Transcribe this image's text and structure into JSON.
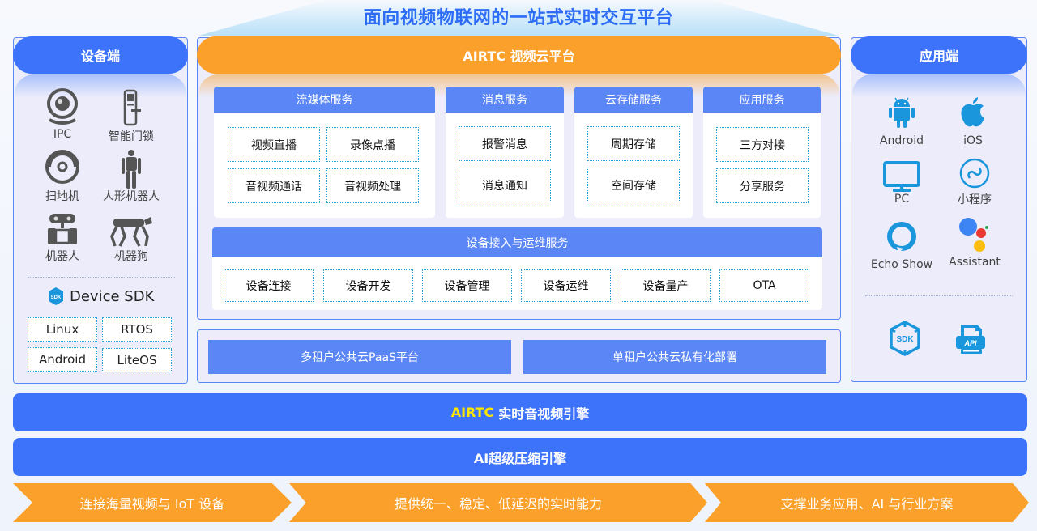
{
  "title": "面向视频物联网的一站式实时交互平台",
  "device_panel": {
    "header": "设备端",
    "devices": [
      {
        "label": "IPC",
        "icon": "webcam-icon"
      },
      {
        "label": "智能门锁",
        "icon": "smart-lock-icon"
      },
      {
        "label": "扫地机",
        "icon": "robot-vacuum-icon"
      },
      {
        "label": "人形机器人",
        "icon": "humanoid-robot-icon"
      },
      {
        "label": "机器人",
        "icon": "tracked-robot-icon"
      },
      {
        "label": "机器狗",
        "icon": "robot-dog-icon"
      }
    ],
    "sdk_title": "Device SDK",
    "sdk_icon": "sdk-hexagon-icon",
    "os": [
      "Linux",
      "RTOS",
      "Android",
      "LiteOS"
    ]
  },
  "cloud_panel": {
    "header": "AIRTC 视频云平台",
    "services": [
      {
        "title": "流媒体服务",
        "items": [
          "视频直播",
          "录像点播",
          "音视频通话",
          "音视频处理"
        ]
      },
      {
        "title": "消息服务",
        "items": [
          "报警消息",
          "消息通知"
        ]
      },
      {
        "title": "云存储服务",
        "items": [
          "周期存储",
          "空间存储"
        ]
      },
      {
        "title": "应用服务",
        "items": [
          "三方对接",
          "分享服务"
        ]
      }
    ],
    "device_ops": {
      "title": "设备接入与运维服务",
      "items": [
        "设备连接",
        "设备开发",
        "设备管理",
        "设备运维",
        "设备量产",
        "OTA"
      ]
    },
    "deployment": [
      "多租户公共云PaaS平台",
      "单租户公共云私有化部署"
    ]
  },
  "app_panel": {
    "header": "应用端",
    "apps": [
      {
        "label": "Android",
        "icon": "android-icon"
      },
      {
        "label": "iOS",
        "icon": "apple-icon"
      },
      {
        "label": "PC",
        "icon": "monitor-icon"
      },
      {
        "label": "小程序",
        "icon": "mini-program-icon"
      },
      {
        "label": "Echo Show",
        "icon": "alexa-icon"
      },
      {
        "label": "Assistant",
        "icon": "google-assistant-icon"
      }
    ],
    "tools": [
      {
        "label": "SDK",
        "icon": "sdk-hexagon-icon"
      },
      {
        "label": "API",
        "icon": "api-document-icon"
      }
    ]
  },
  "engines": {
    "rtc": {
      "highlight": "AIRTC",
      "label": "实时音视频引擎"
    },
    "ai": {
      "label": "AI超级压缩引擎"
    }
  },
  "value_arrows": [
    "连接海量视频与 IoT 设备",
    "提供统一、稳定、低延迟的实时能力",
    "支撑业务应用、AI 与行业方案"
  ],
  "colors": {
    "primary_blue": "#3d73fb",
    "card_blue": "#5b86f5",
    "orange": "#fba02a",
    "icon_blue": "#1a96dc",
    "highlight_yellow": "#ffe600"
  }
}
